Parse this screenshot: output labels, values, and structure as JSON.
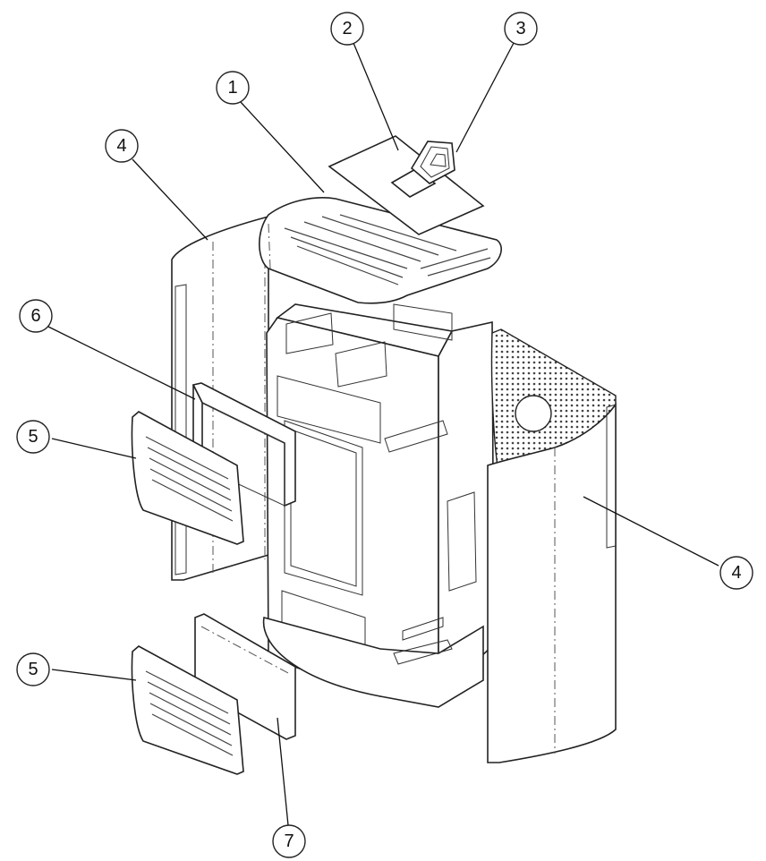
{
  "callouts": [
    {
      "id": "callout-1",
      "label": "1"
    },
    {
      "id": "callout-2",
      "label": "2"
    },
    {
      "id": "callout-3",
      "label": "3"
    },
    {
      "id": "callout-4-left",
      "label": "4"
    },
    {
      "id": "callout-4-right",
      "label": "4"
    },
    {
      "id": "callout-5-upper",
      "label": "5"
    },
    {
      "id": "callout-5-lower",
      "label": "5"
    },
    {
      "id": "callout-6",
      "label": "6"
    },
    {
      "id": "callout-7",
      "label": "7"
    }
  ]
}
